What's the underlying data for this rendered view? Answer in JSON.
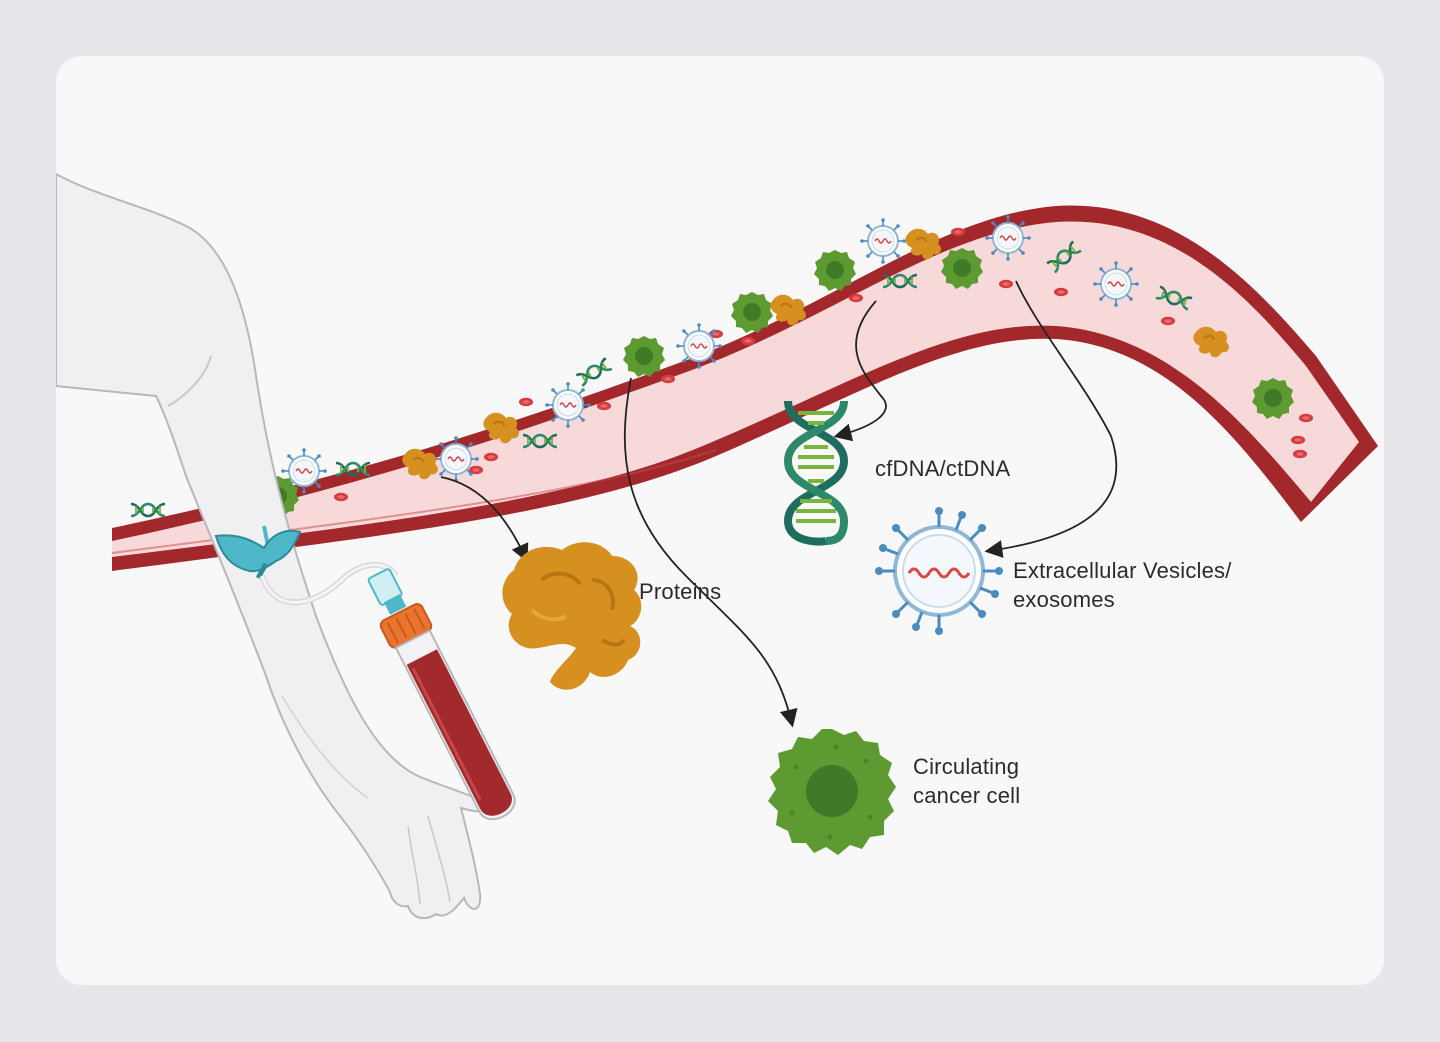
{
  "labels": {
    "proteins": "Proteins",
    "cfdna": "cfDNA/ctDNA",
    "vesicles": [
      "Extracellular Vesicles/",
      "exosomes"
    ],
    "ctc": [
      "Circulating",
      "cancer cell"
    ]
  },
  "colors": {
    "vessel_wall": "#a3282c",
    "vessel_lumen": "#f8d9d9",
    "red_cell": "#d63b3f",
    "protein": "#d6901f",
    "cancer_cell": "#5e9a32",
    "cancer_nucleus": "#3f7a26",
    "dna_strand": "#1f6d5e",
    "dna_rung": "#79b43c",
    "vesicle": "#4a8cc0",
    "vesicle_rna": "#e0463f",
    "arm": "#f0f0f2",
    "arm_outline": "#b8b8bc",
    "needle": "#4eb8c8",
    "tube_cap": "#e8752f",
    "tube_blood": "#a32a2c"
  },
  "icons": [
    "blood-vessel",
    "arm",
    "butterfly-needle",
    "blood-collection-tube",
    "protein-icon",
    "dna-helix-icon",
    "vesicle-icon",
    "cancer-cell-icon",
    "red-blood-cell-icon"
  ]
}
